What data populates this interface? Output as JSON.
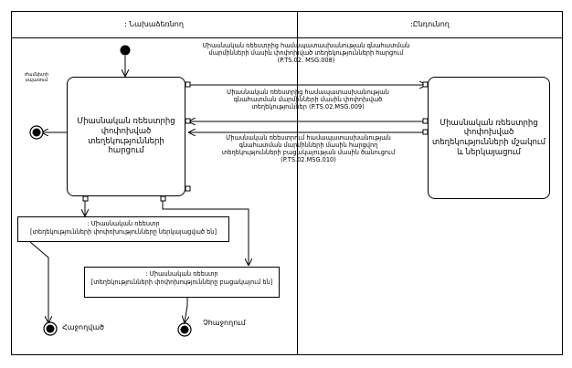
{
  "lanes": {
    "left": ": Նախաձեռնող",
    "right": ":Ընդունող"
  },
  "states": {
    "request": "Միասնական ռեեստրից փոփոխված տեղեկությունների հարցում",
    "process": "Միասնական ռեեստրից փոփոխված տեղեկությունների մշակում և ներկայացում"
  },
  "messages": {
    "m008": [
      "Միասնական ռեեստրից համապատասխանության գնահատման",
      "մարմինների մասին փոփոխված տեղեկությունների հարցում",
      "(P.TS.02. MSG.008)"
    ],
    "m009": [
      "Միասնական ռեեստրից համապատասխանության",
      "գնահատման մարմինների մասին փոփոխված",
      "տեղեկություններ (P.TS.02.MSG.009)"
    ],
    "m010": [
      "Միասնական ռեեստրում համապատասխանության",
      "գնահատման մարմինների մասին հարցվող",
      "տեղեկությունների բացակայության մասին ծանուցում",
      "(P.TS.02.MSG.010)"
    ]
  },
  "guards": {
    "g1": [
      ": Միասնական ռեեստր",
      "[տեղեկությունների փոփոխությունները ներկայացված են]"
    ],
    "g2": [
      ": Միասնական ռեեստր",
      "[տեղեկությունների փոփոխությունները բացակայում են]"
    ]
  },
  "labels": {
    "timeout": "Ժամկետի սպառում",
    "success": "Հաջողված",
    "fail": "Չհաջողում"
  }
}
